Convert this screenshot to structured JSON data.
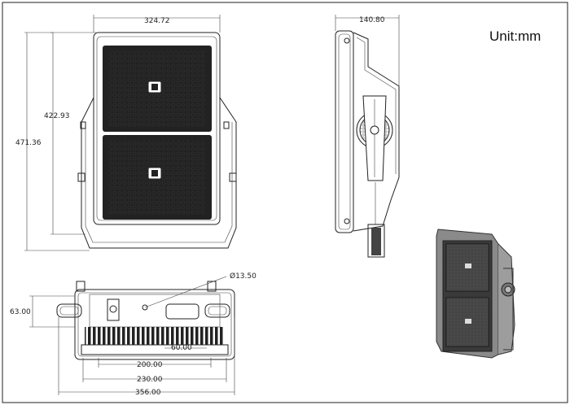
{
  "unit_label": "Unit:mm",
  "dimensions": {
    "front_width": "324.72",
    "front_inner_height": "422.93",
    "front_total_height": "471.36",
    "side_depth": "140.80",
    "bottom_height": "63.00",
    "bottom_hole": "Ø13.50",
    "bottom_60": "60.00",
    "bottom_200": "200.00",
    "bottom_230": "230.00",
    "bottom_356": "356.00"
  }
}
